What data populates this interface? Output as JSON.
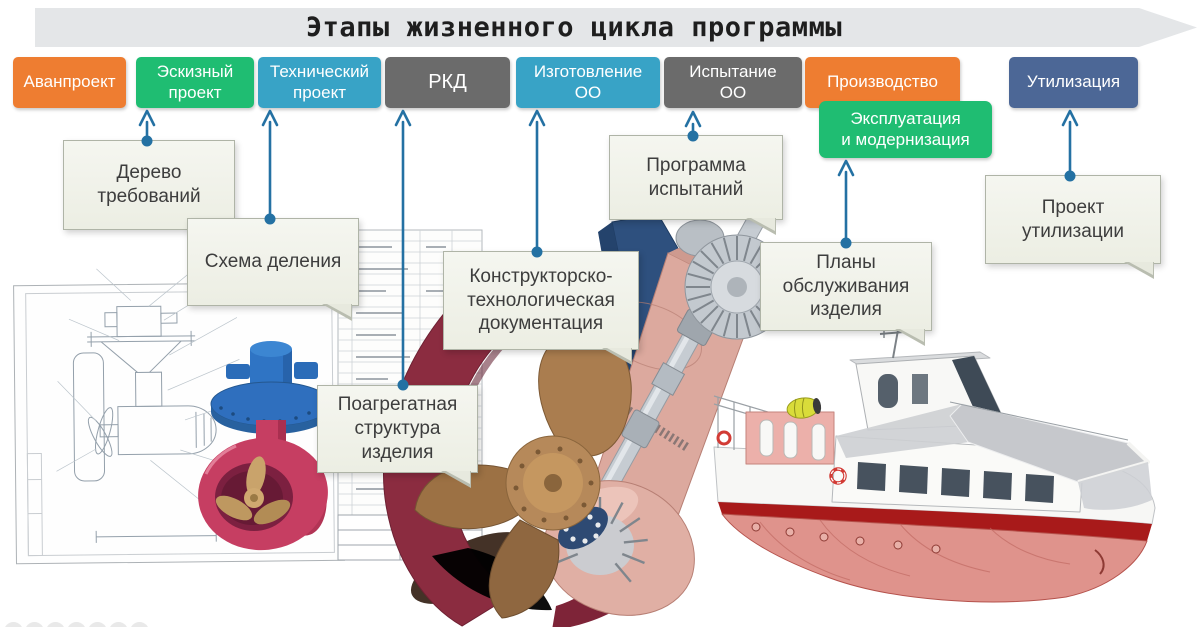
{
  "slide_title": "Этапы жизненного цикла программы",
  "stages": [
    {
      "id": "avanproekt",
      "label": "Аванпроект",
      "lines": [
        "Аванпроект"
      ],
      "color": "#EE7D31"
    },
    {
      "id": "eskizny-proekt",
      "label": "Эскизный проект",
      "lines": [
        "Эскизный",
        "проект"
      ],
      "color": "#1FBD72"
    },
    {
      "id": "tehnichesky-proekt",
      "label": "Технический проект",
      "lines": [
        "Технический",
        "проект"
      ],
      "color": "#38A3C6"
    },
    {
      "id": "rkd",
      "label": "РКД",
      "lines": [
        "РКД"
      ],
      "color": "#6B6B6B"
    },
    {
      "id": "izgotovlenie-oo",
      "label": "Изготовление ОО",
      "lines": [
        "Изготовление",
        "ОО"
      ],
      "color": "#38A3C6"
    },
    {
      "id": "ispytanie-oo",
      "label": "Испытание ОО",
      "lines": [
        "Испытание",
        "ОО"
      ],
      "color": "#6B6B6B"
    },
    {
      "id": "proizvodstvo",
      "label": "Производство",
      "lines": [
        "Производство"
      ],
      "color": "#EE7D31"
    },
    {
      "id": "ekspluatatsiya",
      "label": "Эксплуатация и модернизация",
      "lines": [
        "Эксплуатация",
        "и модернизация"
      ],
      "color": "#1FBD72"
    },
    {
      "id": "utilizatsiya",
      "label": "Утилизация",
      "lines": [
        "Утилизация"
      ],
      "color": "#4C6796"
    }
  ],
  "notes": [
    {
      "id": "derevo-trebovaniy",
      "text": "Дерево требований",
      "lines": [
        "Дерево",
        "требований"
      ],
      "points_to": "Эскизный проект"
    },
    {
      "id": "shema-deleniya",
      "text": "Схема деления",
      "lines": [
        "Схема деления"
      ],
      "points_to": "Технический проект"
    },
    {
      "id": "poagregatnaya-struktura",
      "text": "Поагрегатная структура изделия",
      "lines": [
        "Поагрегатная",
        "структура",
        "изделия"
      ],
      "points_to": "РКД"
    },
    {
      "id": "konstruktorsko-dok",
      "text": "Конструкторско-технологическая документация",
      "lines": [
        "Конструкторско-",
        "технологическая",
        "документация"
      ],
      "points_to": "Изготовление ОО"
    },
    {
      "id": "programma-ispytaniy",
      "text": "Программа испытаний",
      "lines": [
        "Программа",
        "испытаний"
      ],
      "points_to": "Испытание ОО"
    },
    {
      "id": "plany-obsluzhivaniya",
      "text": "Планы обслуживания изделия",
      "lines": [
        "Планы",
        "обслуживания",
        "изделия"
      ],
      "points_to": "Эксплуатация и модернизация"
    },
    {
      "id": "proekt-utilizatsii",
      "text": "Проект утилизации",
      "lines": [
        "Проект",
        "утилизации"
      ],
      "points_to": "Утилизация"
    }
  ],
  "colors": {
    "arrow": "#2471A3",
    "banner_bg": "#E4E6E8",
    "note_bg": "#F2F4EB",
    "orange": "#EE7D31",
    "green": "#1FBD72",
    "teal": "#38A3C6",
    "gray": "#6B6B6B",
    "slate_blue": "#4C6796"
  },
  "illustrations": [
    "thruster-blueprint-sheet",
    "parts-list-sheet",
    "tunnel-thruster-3d",
    "azimuth-thruster-cutaway-3d",
    "research-vessel-3d"
  ]
}
